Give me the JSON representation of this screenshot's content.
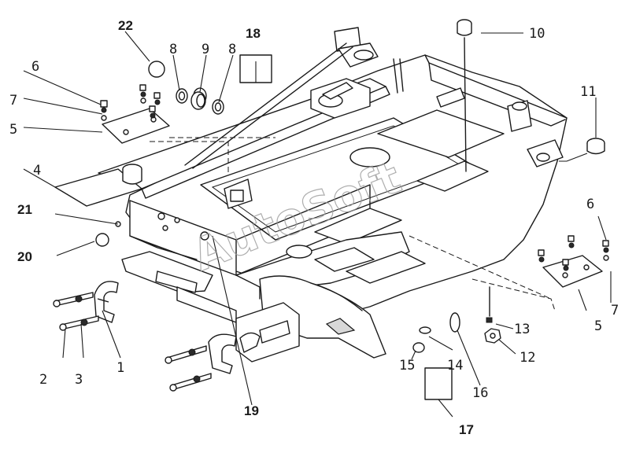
{
  "diagram": {
    "watermark": "AutoSoft",
    "callouts": [
      "1",
      "2",
      "3",
      "4",
      "5",
      "5",
      "6",
      "6",
      "7",
      "7",
      "8",
      "8",
      "9",
      "10",
      "11",
      "12",
      "13",
      "14",
      "15",
      "16",
      "17",
      "18",
      "19",
      "20",
      "21",
      "22"
    ]
  }
}
